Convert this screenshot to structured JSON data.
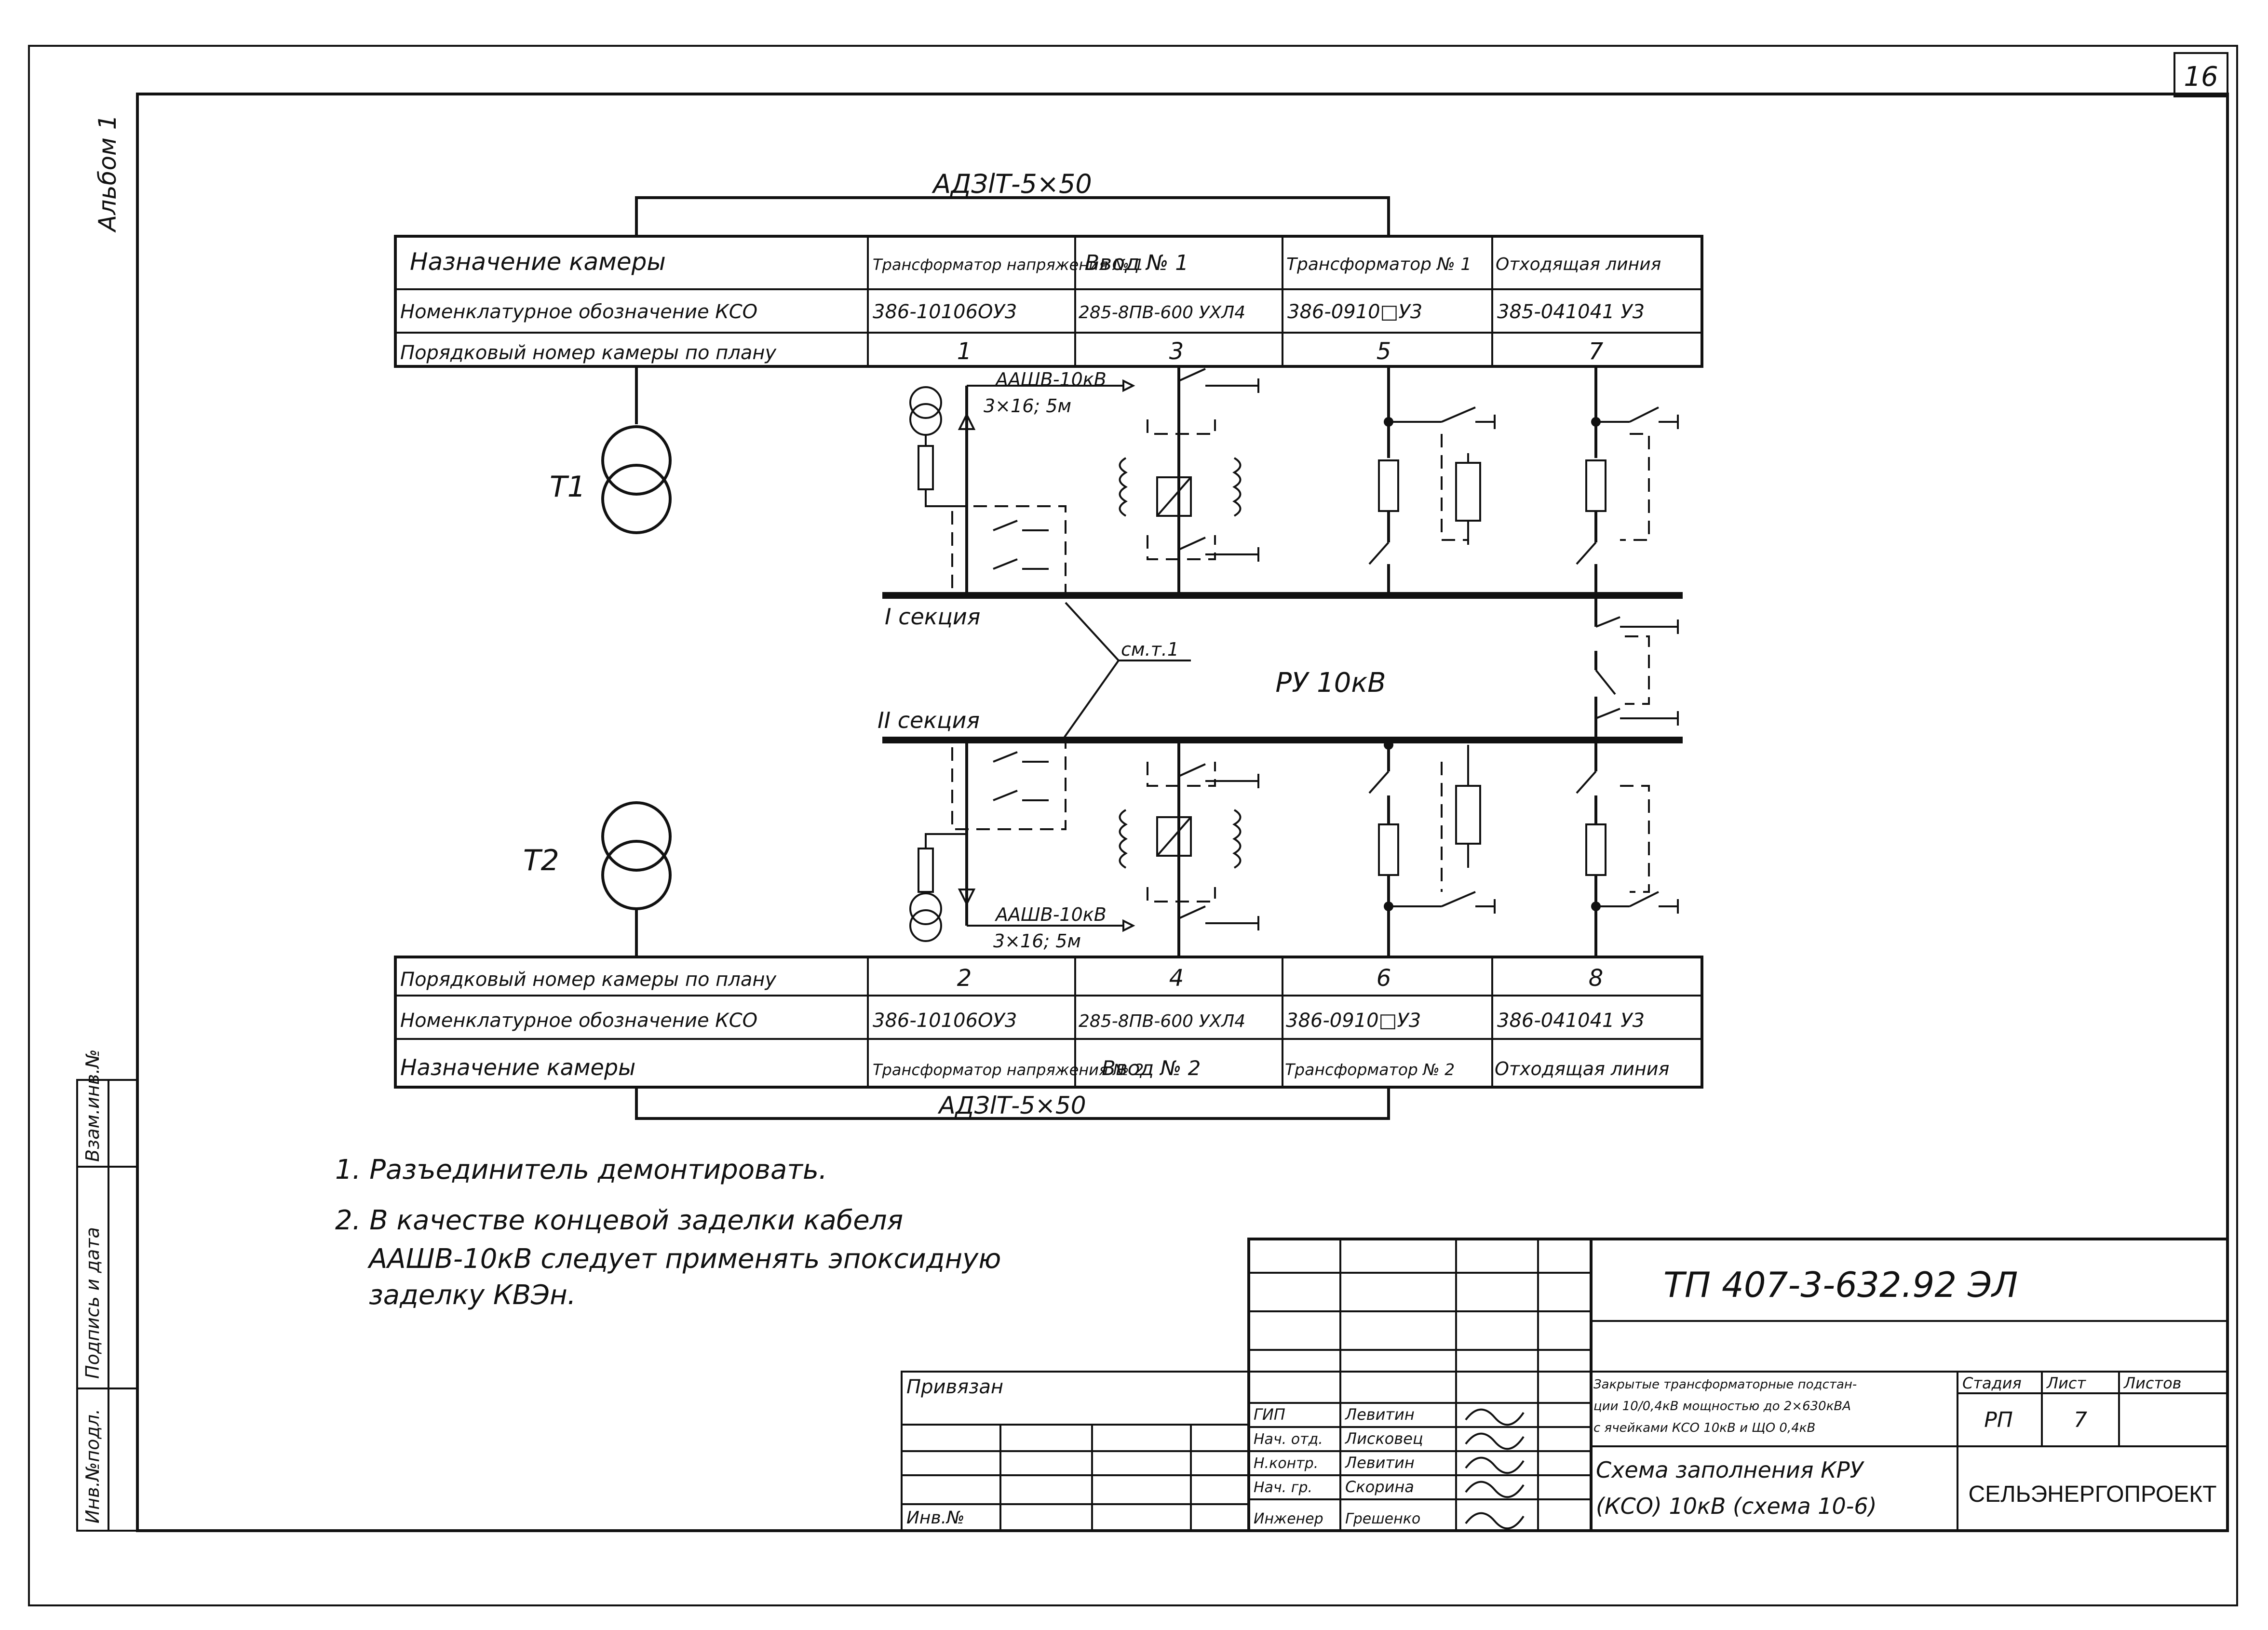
{
  "sheet_corner_number": "16",
  "album_label": "Альбом 1",
  "cable_top": "АДЗlТ-5×50",
  "cable_bottom": "АДЗlТ-5×50",
  "top_table": {
    "row_labels": [
      "Назначение камеры",
      "Номенклатурное обозначение КСО",
      "Порядковый номер камеры по плану"
    ],
    "cells": [
      [
        "Трансформатор напряжения № 1",
        "Ввод № 1",
        "Трансформатор № 1",
        "Отходящая линия"
      ],
      [
        "386-10106ОУ3",
        "285-8ПВ-600 УХЛ4",
        "386-0910□У3",
        "385-041041 У3"
      ],
      [
        "1",
        "3",
        "5",
        "7"
      ]
    ]
  },
  "bottom_table": {
    "row_labels": [
      "Порядковый номер камеры по плану",
      "Номенклатурное обозначение КСО",
      "Назначение камеры"
    ],
    "cells": [
      [
        "2",
        "4",
        "6",
        "8"
      ],
      [
        "386-10106ОУ3",
        "285-8ПВ-600 УХЛ4",
        "386-0910□У3",
        "386-041041 У3"
      ],
      [
        "Трансформатор напряжения № 2",
        "Ввод № 2",
        "Трансформатор № 2",
        "Отходящая линия"
      ]
    ]
  },
  "diagram": {
    "t1": "Т1",
    "t2": "Т2",
    "cable_label_top_1": "ААШВ-10кВ",
    "cable_label_top_2": "3×16; 5м",
    "cable_label_bottom_1": "ААШВ-10кВ",
    "cable_label_bottom_2": "3×16; 5м",
    "section_1": "I секция",
    "section_2": "II секция",
    "see_note": "см.т.1",
    "ru_label": "РУ 10кВ"
  },
  "notes": [
    "1. Разъединитель демонтировать.",
    "2. В качестве концевой заделки кабеля",
    "ААШВ-10кВ следует применять эпоксидную",
    "заделку КВЭн."
  ],
  "left_stamp": [
    "Инв.№подл.",
    "Подпись и дата",
    "Взам.инв.№"
  ],
  "title_block": {
    "doc_code": "ТП 407-3-632.92 ЭЛ",
    "privyazan": "Привязан",
    "inv_no": "Инв.№",
    "roles": [
      "ГИП",
      "Нач. отд.",
      "Н.контр.",
      "Нач. гр.",
      "Инженер"
    ],
    "names": [
      "Левитин",
      "Лисковец",
      "Левитин",
      "Скорина",
      "Грешенко"
    ],
    "project_desc": [
      "Закрытые трансформаторные подстан-",
      "ции 10/0,4кВ мощностью до 2×630кВА",
      "с ячейками КСО 10кВ и ЩО 0,4кВ"
    ],
    "sheet_title": [
      "Схема заполнения КРУ",
      "(КСО) 10кВ (схема 10-6)"
    ],
    "stage_header": "Стадия",
    "sheet_header": "Лист",
    "sheets_header": "Листов",
    "stage": "РП",
    "sheet": "7",
    "organization": "СЕЛЬЭНЕРГОПРОЕКТ"
  }
}
